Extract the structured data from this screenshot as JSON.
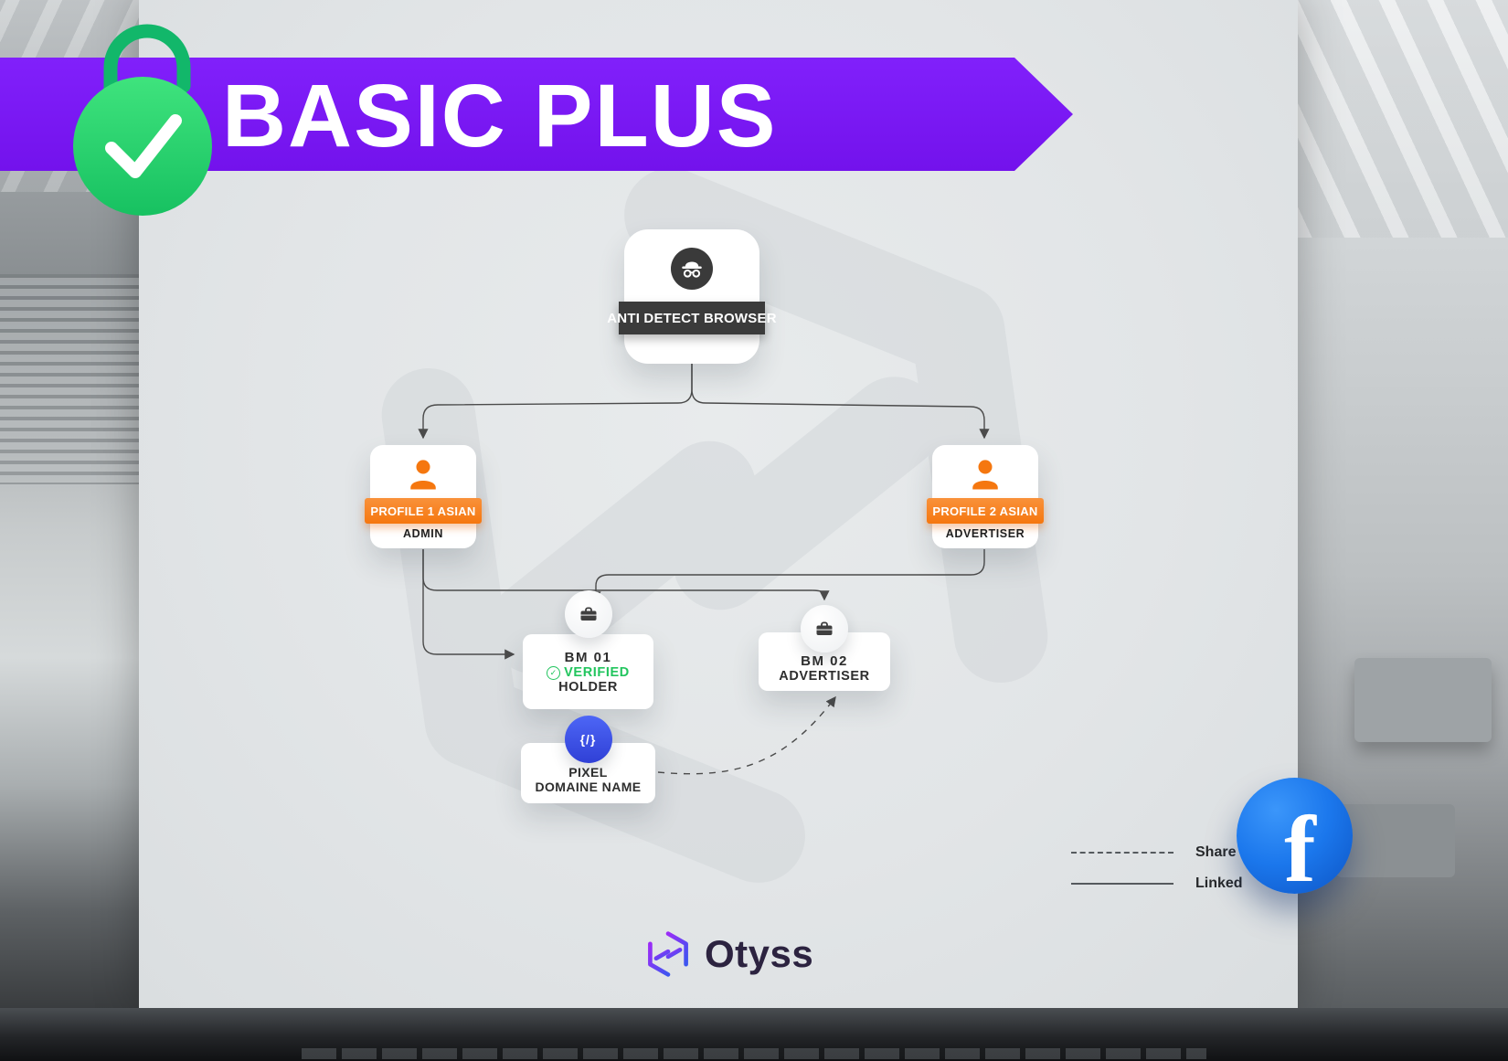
{
  "banner": {
    "title": "BASIC PLUS"
  },
  "diagram": {
    "browser": {
      "label": "ANTI DETECT BROWSER"
    },
    "profile1": {
      "banner": "PROFILE 1 ASIAN",
      "role": "ADMIN"
    },
    "profile2": {
      "banner": "PROFILE 2 ASIAN",
      "role": "ADVERTISER"
    },
    "bm01": {
      "title": "BM 01",
      "verified": "VERIFIED",
      "subtitle": "HOLDER",
      "check_glyph": "✓"
    },
    "bm02": {
      "title": "BM 02",
      "subtitle": "ADVERTISER"
    },
    "pixel": {
      "title": "PIXEL",
      "subtitle": "DOMAINE NAME",
      "code_glyph": "{/}"
    }
  },
  "legend": {
    "share": "Share",
    "linked": "Linked"
  },
  "social": {
    "facebook_glyph": "f"
  },
  "footer": {
    "brand": "Otyss"
  },
  "colors": {
    "banner_purple": "#7a16f3",
    "accent_green": "#2ecc71",
    "accent_orange": "#f5770f",
    "verified_green": "#22c55e",
    "facebook_blue": "#1877f2",
    "node_dark": "#3b3b3b"
  }
}
